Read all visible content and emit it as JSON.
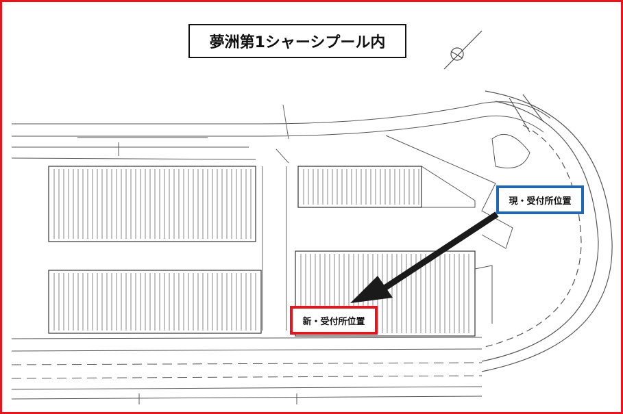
{
  "map": {
    "title": "夢洲第1シャーシプール内",
    "labels": {
      "current_reception": "現・受付所位置",
      "new_reception": "新・受付所位置"
    },
    "colors": {
      "frame": "#e8141b",
      "current_box": "#1f67b4",
      "new_box": "#e8141b",
      "arrow": "#1a1a1a"
    }
  }
}
